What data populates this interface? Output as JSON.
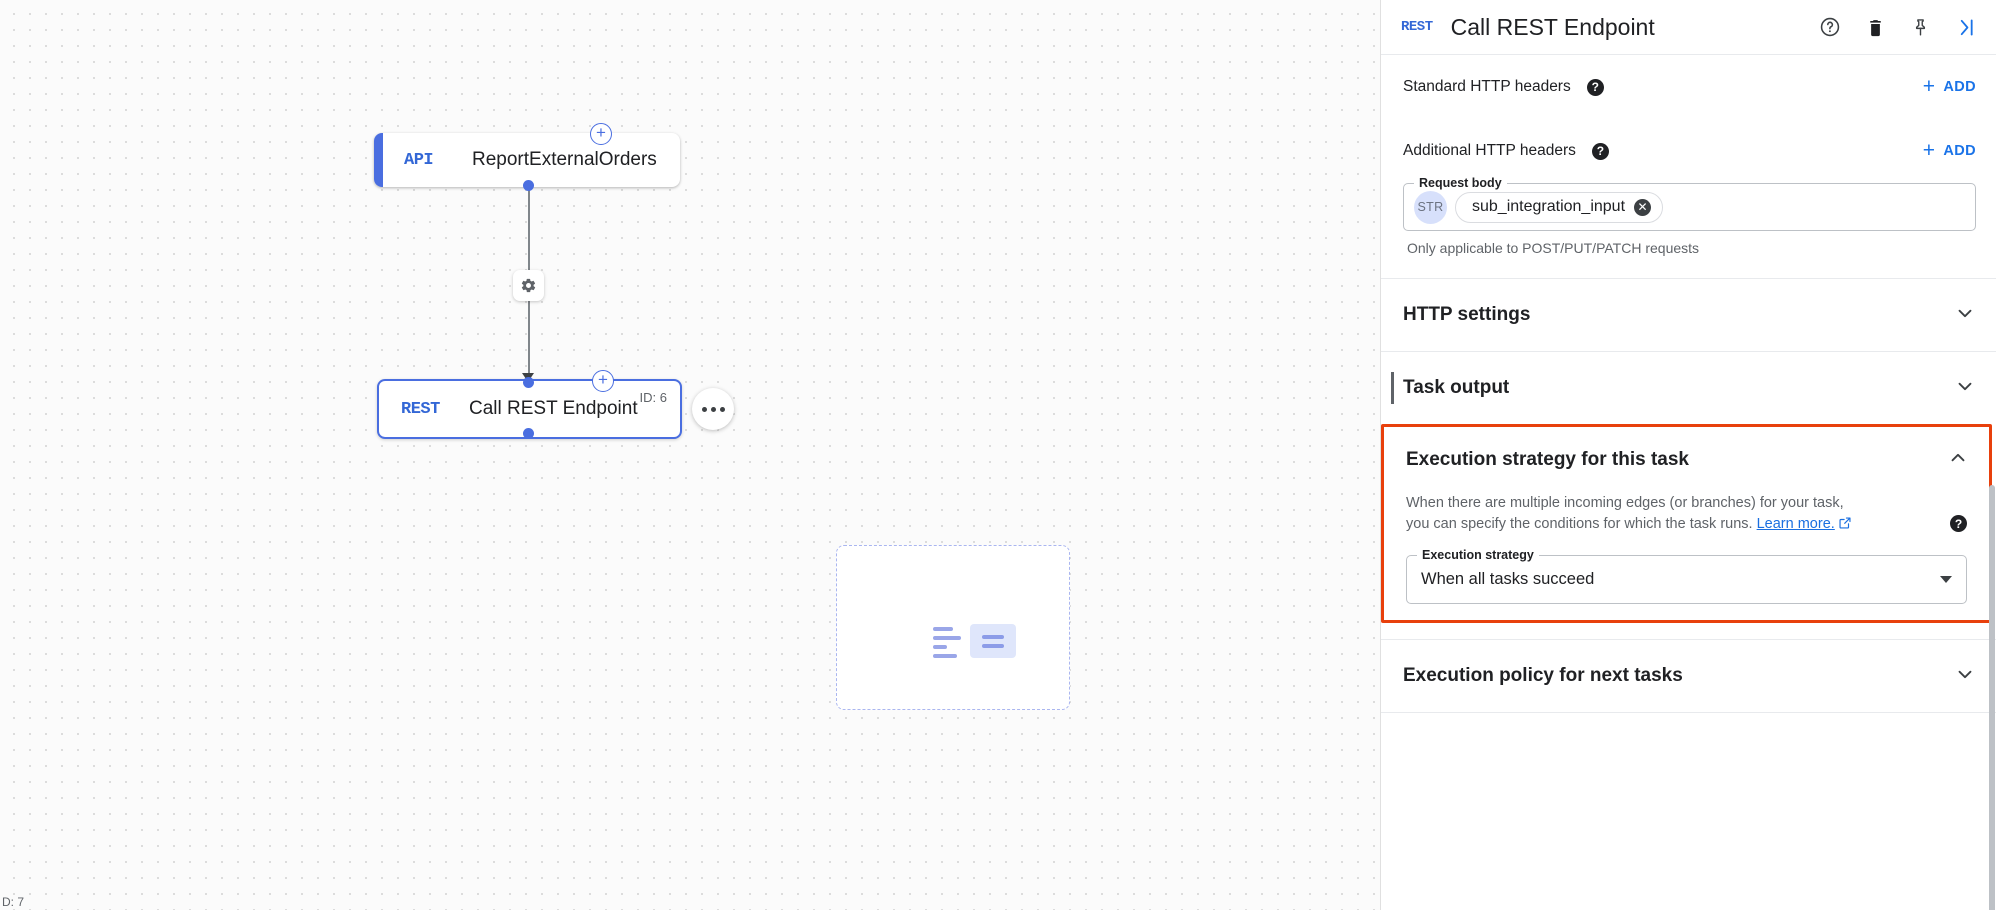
{
  "canvas": {
    "zoom_label": "D: 7",
    "nodes": [
      {
        "type": "API",
        "label": "ReportExternalOrders",
        "id_badge": ""
      },
      {
        "type": "REST",
        "label": "Call REST Endpoint",
        "id_badge": "ID: 6"
      }
    ],
    "add_node_icon": "plus-circle-icon",
    "edge_settings_icon": "gear-icon",
    "node_menu_icon": "more-options-icon"
  },
  "panel": {
    "header": {
      "type_badge": "REST",
      "title": "Call REST Endpoint",
      "help_icon": "help-circle-icon",
      "delete_icon": "trash-icon",
      "pin_icon": "pin-icon",
      "collapse_icon": "collapse-panel-icon"
    },
    "standard_headers": {
      "label": "Standard HTTP headers",
      "help_icon": "help-icon",
      "add_label": "ADD",
      "add_plus": "+"
    },
    "additional_headers": {
      "label": "Additional HTTP headers",
      "help_icon": "help-icon",
      "add_label": "ADD",
      "add_plus": "+"
    },
    "request_body": {
      "legend": "Request body",
      "type_badge": "STR",
      "chip_value": "sub_integration_input",
      "chip_remove_icon": "remove-chip-icon",
      "helper_text": "Only applicable to POST/PUT/PATCH requests"
    },
    "sections": [
      {
        "title": "HTTP settings",
        "state": "collapsed",
        "chevron": "chevron-down-icon"
      },
      {
        "title": "Task output",
        "state": "collapsed",
        "chevron": "chevron-down-icon"
      },
      {
        "title": "Execution policy for next tasks",
        "state": "collapsed",
        "chevron": "chevron-down-icon"
      }
    ],
    "execution_strategy": {
      "title": "Execution strategy for this task",
      "state": "expanded",
      "chevron": "chevron-up-icon",
      "description_line1": "When there are multiple incoming edges (or branches) for your task,",
      "description_line2": "you can specify the conditions for which the task runs.",
      "link_label": "Learn more.",
      "link_icon": "external-link-icon",
      "select_legend": "Execution strategy",
      "select_value": "When all tasks succeed",
      "select_caret": "chevron-down-icon",
      "select_help_icon": "help-icon",
      "highlight_color": "#e8400c"
    },
    "scrollbar": "vertical-scrollbar"
  },
  "colors": {
    "accent_blue": "#1a73e8",
    "node_blue": "#4a6ee0",
    "highlight_orange": "#e8400c",
    "text_primary": "#202124",
    "text_secondary": "#5f6368"
  }
}
